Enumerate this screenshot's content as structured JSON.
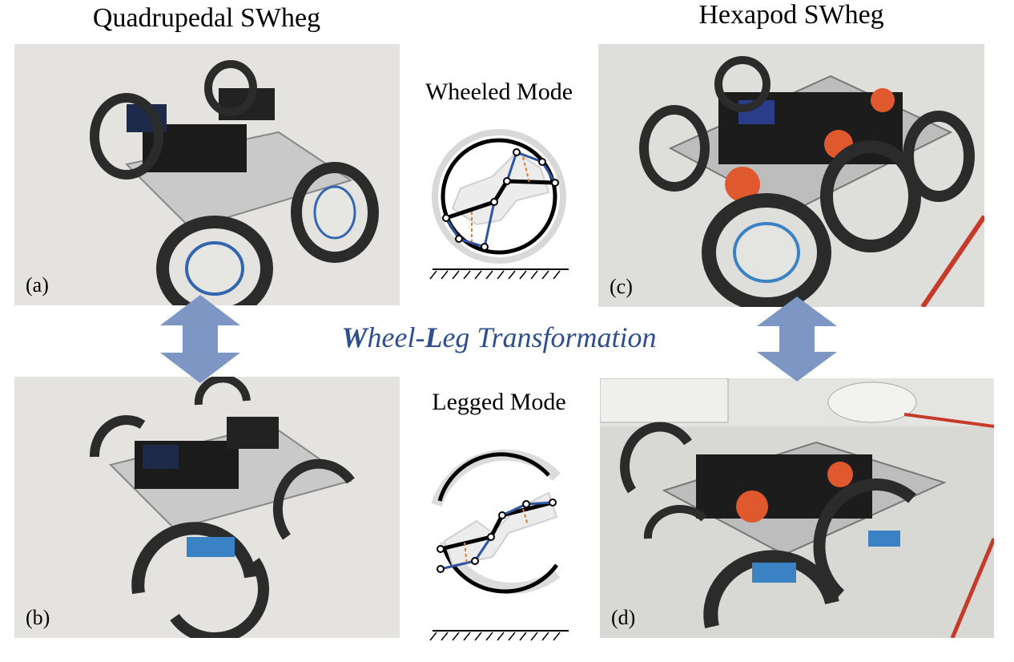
{
  "column_titles": {
    "left": "Quadrupedal SWheg",
    "right": "Hexapod SWheg"
  },
  "modes": {
    "wheeled": "Wheeled Mode",
    "legged": "Legged Mode"
  },
  "transformation": {
    "w": "W",
    "heel": "heel-",
    "l": "L",
    "rest": "eg Transformation"
  },
  "panels": {
    "a": "(a)",
    "b": "(b)",
    "c": "(c)",
    "d": "(d)"
  },
  "colors": {
    "arrow": "#7d96c3",
    "transform_text": "#2f4e8f",
    "link_blue": "#2f54a0",
    "dash_orange": "#e07a2e"
  }
}
